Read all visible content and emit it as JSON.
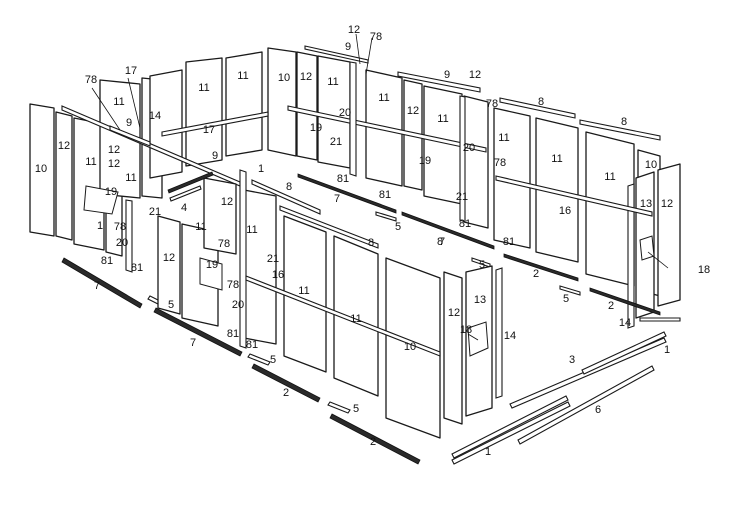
{
  "diagram": {
    "type": "exploded-assembly",
    "callouts": [
      {
        "id": "c-78-left",
        "text": "78"
      },
      {
        "id": "c-17",
        "text": "17"
      },
      {
        "id": "c-11-a",
        "text": "11"
      },
      {
        "id": "c-9-a",
        "text": "9"
      },
      {
        "id": "c-14-a",
        "text": "14"
      },
      {
        "id": "c-12-a",
        "text": "12"
      },
      {
        "id": "c-10-left",
        "text": "10"
      },
      {
        "id": "c-12-b",
        "text": "12"
      },
      {
        "id": "c-11-b",
        "text": "11"
      },
      {
        "id": "c-12-c",
        "text": "12"
      },
      {
        "id": "c-11-c",
        "text": "11"
      },
      {
        "id": "c-19-a",
        "text": "19"
      },
      {
        "id": "c-1-a",
        "text": "1"
      },
      {
        "id": "c-78-b",
        "text": "78"
      },
      {
        "id": "c-20-a",
        "text": "20"
      },
      {
        "id": "c-81-a",
        "text": "81"
      },
      {
        "id": "c-81-b",
        "text": "81"
      },
      {
        "id": "c-21-a",
        "text": "21"
      },
      {
        "id": "c-4",
        "text": "4"
      },
      {
        "id": "c-12-d",
        "text": "12"
      },
      {
        "id": "c-11-d",
        "text": "11"
      },
      {
        "id": "c-19-b",
        "text": "19"
      },
      {
        "id": "c-7-a",
        "text": "7"
      },
      {
        "id": "c-5-a",
        "text": "5"
      },
      {
        "id": "c-11-e",
        "text": "11"
      },
      {
        "id": "c-11-f",
        "text": "11"
      },
      {
        "id": "c-17-b",
        "text": "17"
      },
      {
        "id": "c-9-b",
        "text": "9"
      },
      {
        "id": "c-1-b",
        "text": "1"
      },
      {
        "id": "c-12-e",
        "text": "12"
      },
      {
        "id": "c-78-c",
        "text": "78"
      },
      {
        "id": "c-11-g",
        "text": "11"
      },
      {
        "id": "c-21-b",
        "text": "21"
      },
      {
        "id": "c-16-a",
        "text": "16"
      },
      {
        "id": "c-78-d",
        "text": "78"
      },
      {
        "id": "c-20-b",
        "text": "20"
      },
      {
        "id": "c-81-c",
        "text": "81"
      },
      {
        "id": "c-81-d",
        "text": "81"
      },
      {
        "id": "c-7-b",
        "text": "7"
      },
      {
        "id": "c-5-b",
        "text": "5"
      },
      {
        "id": "c-8-a",
        "text": "8"
      },
      {
        "id": "c-11-h",
        "text": "11"
      },
      {
        "id": "c-11-i",
        "text": "11"
      },
      {
        "id": "c-10-front",
        "text": "10"
      },
      {
        "id": "c-2-a",
        "text": "2"
      },
      {
        "id": "c-5-c",
        "text": "5"
      },
      {
        "id": "c-2-b",
        "text": "2"
      },
      {
        "id": "c-8-b",
        "text": "8"
      },
      {
        "id": "c-12-top",
        "text": "12"
      },
      {
        "id": "c-9-top",
        "text": "9"
      },
      {
        "id": "c-78-top",
        "text": "78"
      },
      {
        "id": "c-10-back",
        "text": "10"
      },
      {
        "id": "c-12-f",
        "text": "12"
      },
      {
        "id": "c-11-j",
        "text": "11"
      },
      {
        "id": "c-20-c",
        "text": "20"
      },
      {
        "id": "c-19-c",
        "text": "19"
      },
      {
        "id": "c-21-c",
        "text": "21"
      },
      {
        "id": "c-81-e",
        "text": "81"
      },
      {
        "id": "c-81-f",
        "text": "81"
      },
      {
        "id": "c-7-c",
        "text": "7"
      },
      {
        "id": "c-5-d",
        "text": "5"
      },
      {
        "id": "c-8-c",
        "text": "8"
      },
      {
        "id": "c-9-c",
        "text": "9"
      },
      {
        "id": "c-12-g",
        "text": "12"
      },
      {
        "id": "c-11-k",
        "text": "11"
      },
      {
        "id": "c-12-h",
        "text": "12"
      },
      {
        "id": "c-11-l",
        "text": "11"
      },
      {
        "id": "c-19-d",
        "text": "19"
      },
      {
        "id": "c-20-d",
        "text": "20"
      },
      {
        "id": "c-21-d",
        "text": "21"
      },
      {
        "id": "c-81-g",
        "text": "81"
      },
      {
        "id": "c-7-d",
        "text": "7"
      },
      {
        "id": "c-81-h",
        "text": "81"
      },
      {
        "id": "c-5-e",
        "text": "5"
      },
      {
        "id": "c-78-e",
        "text": "78"
      },
      {
        "id": "c-8-d",
        "text": "8"
      },
      {
        "id": "c-8-e",
        "text": "8"
      },
      {
        "id": "c-11-m",
        "text": "11"
      },
      {
        "id": "c-78-f",
        "text": "78"
      },
      {
        "id": "c-11-n",
        "text": "11"
      },
      {
        "id": "c-16-b",
        "text": "16"
      },
      {
        "id": "c-11-o",
        "text": "11"
      },
      {
        "id": "c-10-right",
        "text": "10"
      },
      {
        "id": "c-13-a",
        "text": "13"
      },
      {
        "id": "c-12-i",
        "text": "12"
      },
      {
        "id": "c-18",
        "text": "18"
      },
      {
        "id": "c-2-c",
        "text": "2"
      },
      {
        "id": "c-5-f",
        "text": "5"
      },
      {
        "id": "c-2-d",
        "text": "2"
      },
      {
        "id": "c-14-b",
        "text": "14"
      },
      {
        "id": "c-12-j",
        "text": "12"
      },
      {
        "id": "c-13-b",
        "text": "13"
      },
      {
        "id": "c-18-b",
        "text": "18"
      },
      {
        "id": "c-14-c",
        "text": "14"
      },
      {
        "id": "c-1-c",
        "text": "1"
      },
      {
        "id": "c-3",
        "text": "3"
      },
      {
        "id": "c-6",
        "text": "6"
      },
      {
        "id": "c-1-d",
        "text": "1"
      }
    ]
  }
}
